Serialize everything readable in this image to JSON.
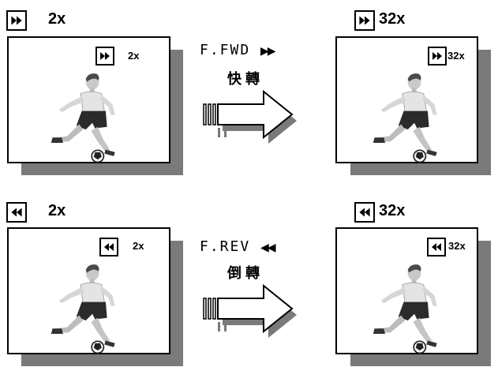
{
  "panels": {
    "fwd_2x": {
      "title": "2x",
      "overlay": "2x"
    },
    "fwd_32x": {
      "title": "32x",
      "overlay": "32x"
    },
    "rev_2x": {
      "title": "2x",
      "overlay": "2x"
    },
    "rev_32x": {
      "title": "32x",
      "overlay": "32x"
    }
  },
  "labels": {
    "forward_mode": "F.FWD",
    "forward_symbol": "▶▶",
    "forward_caption": "快轉",
    "reverse_mode": "F.REV",
    "reverse_symbol": "◀◀",
    "reverse_caption": "倒轉"
  },
  "icons": {
    "forward": "fast-forward-icon",
    "reverse": "rewind-icon",
    "arrow": "direction-arrow"
  },
  "colors": {
    "shadow": "#7a7a7a",
    "outline": "#000000",
    "background": "#ffffff"
  }
}
